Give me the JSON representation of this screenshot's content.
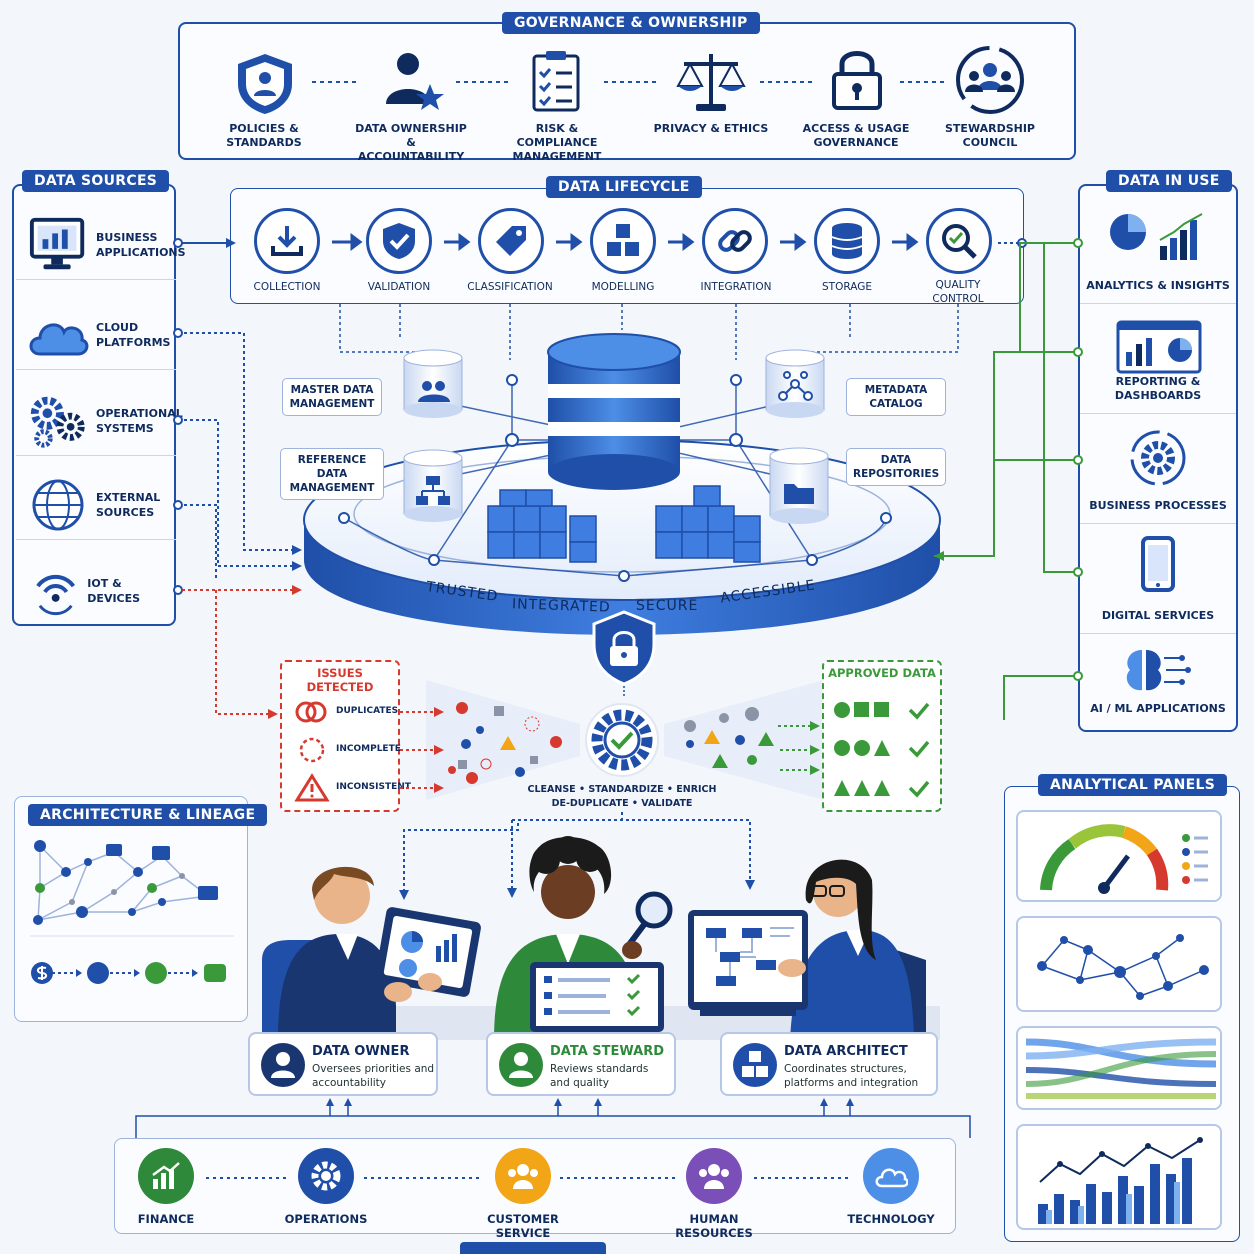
{
  "governance": {
    "title": "GOVERNANCE & OWNERSHIP",
    "items": [
      "POLICIES & STANDARDS",
      "DATA OWNERSHIP & ACCOUNTABILITY",
      "RISK & COMPLIANCE MANAGEMENT",
      "PRIVACY & ETHICS",
      "ACCESS & USAGE GOVERNANCE",
      "STEWARDSHIP COUNCIL"
    ]
  },
  "sources": {
    "title": "DATA SOURCES",
    "items": [
      "BUSINESS APPLICATIONS",
      "CLOUD PLATFORMS",
      "OPERATIONAL SYSTEMS",
      "EXTERNAL SOURCES",
      "IOT & DEVICES"
    ]
  },
  "lifecycle": {
    "title": "DATA LIFECYCLE",
    "steps": [
      "COLLECTION",
      "VALIDATION",
      "CLASSIFICATION",
      "MODELLING",
      "INTEGRATION",
      "STORAGE",
      "QUALITY CONTROL"
    ]
  },
  "in_use": {
    "title": "DATA IN USE",
    "items": [
      "ANALYTICS & INSIGHTS",
      "REPORTING & DASHBOARDS",
      "BUSINESS PROCESSES",
      "DIGITAL SERVICES",
      "AI / ML APPLICATIONS"
    ]
  },
  "platform": {
    "tags": [
      "MASTER DATA MANAGEMENT",
      "METADATA CATALOG",
      "REFERENCE DATA MANAGEMENT",
      "DATA REPOSITORIES"
    ],
    "ring": [
      "TRUSTED",
      "INTEGRATED",
      "SECURE",
      "ACCESSIBLE"
    ]
  },
  "quality": {
    "issues_title": "ISSUES DETECTED",
    "issues": [
      "DUPLICATES",
      "INCOMPLETE",
      "INCONSISTENT"
    ],
    "process_line1": "CLEANSE • STANDARDIZE • ENRICH",
    "process_line2": "DE-DUPLICATE • VALIDATE",
    "approved_title": "APPROVED DATA"
  },
  "architecture": {
    "title": "ARCHITECTURE & LINEAGE"
  },
  "analytical": {
    "title": "ANALYTICAL PANELS"
  },
  "roles": [
    {
      "title": "DATA OWNER",
      "desc1": "Oversees priorities and",
      "desc2": "accountability"
    },
    {
      "title": "DATA STEWARD",
      "desc1": "Reviews standards",
      "desc2": "and quality"
    },
    {
      "title": "DATA ARCHITECT",
      "desc1": "Coordinates structures,",
      "desc2": "platforms and integration"
    }
  ],
  "departments": [
    "FINANCE",
    "OPERATIONS",
    "CUSTOMER SERVICE",
    "HUMAN RESOURCES",
    "TECHNOLOGY"
  ],
  "colors": {
    "primary": "#1f4fa8",
    "issue": "#d63a2f",
    "approved": "#3a9a3a",
    "amber": "#f2a516",
    "purple": "#7b4fb8"
  }
}
